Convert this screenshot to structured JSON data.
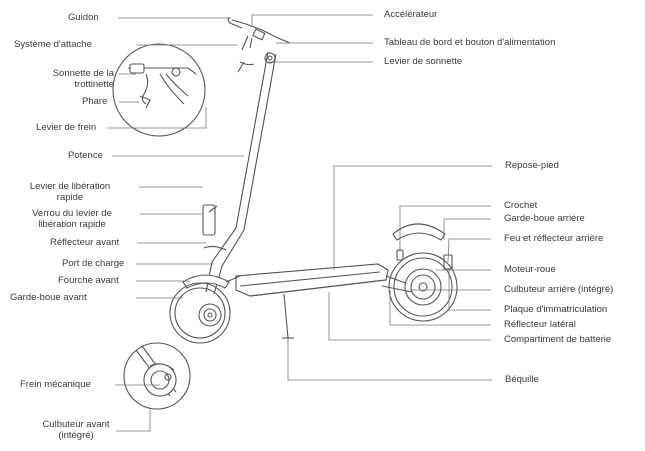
{
  "labels": {
    "guidon": "Guidon",
    "systeme_attache": "Système d'attache",
    "sonnette_trottinette_1": "Sonnette de la",
    "sonnette_trottinette_2": "trottinette",
    "phare": "Phare",
    "levier_frein": "Levier de frein",
    "potence": "Potence",
    "levier_liberation_1": "Levier de libération",
    "levier_liberation_2": "rapide",
    "verrou_levier_1": "Verrou du levier de",
    "verrou_levier_2": "libération rapide",
    "reflecteur_avant": "Réflecteur avant",
    "port_charge": "Port de charge",
    "fourche_avant": "Fourche avant",
    "garde_boue_avant": "Garde-boue avant",
    "frein_mecanique": "Frein mécanique",
    "culbuteur_avant_1": "Culbuteur avant",
    "culbuteur_avant_2": "(intégré)",
    "accelerateur": "Accélérateur",
    "tableau_bord": "Tableau de bord et bouton d'alimentation",
    "levier_sonnette": "Levier de sonnette",
    "repose_pied": "Repose-pied",
    "crochet": "Crochet",
    "garde_boue_arriere": "Garde-boue arrière",
    "feu_reflecteur_arriere": "Feu et réflecteur arrière",
    "moteur_roue": "Moteur-roue",
    "culbuteur_arriere": "Culbuteur arrière (intégré)",
    "plaque_immatriculation": "Plaque d'immatriculation",
    "reflecteur_lateral": "Réflecteur latéral",
    "compartiment_batterie": "Compartiment de batterie",
    "bequille": "Béquille"
  },
  "colors": {
    "line": "#777777",
    "part": "#555555",
    "text": "#3a3a3a"
  }
}
